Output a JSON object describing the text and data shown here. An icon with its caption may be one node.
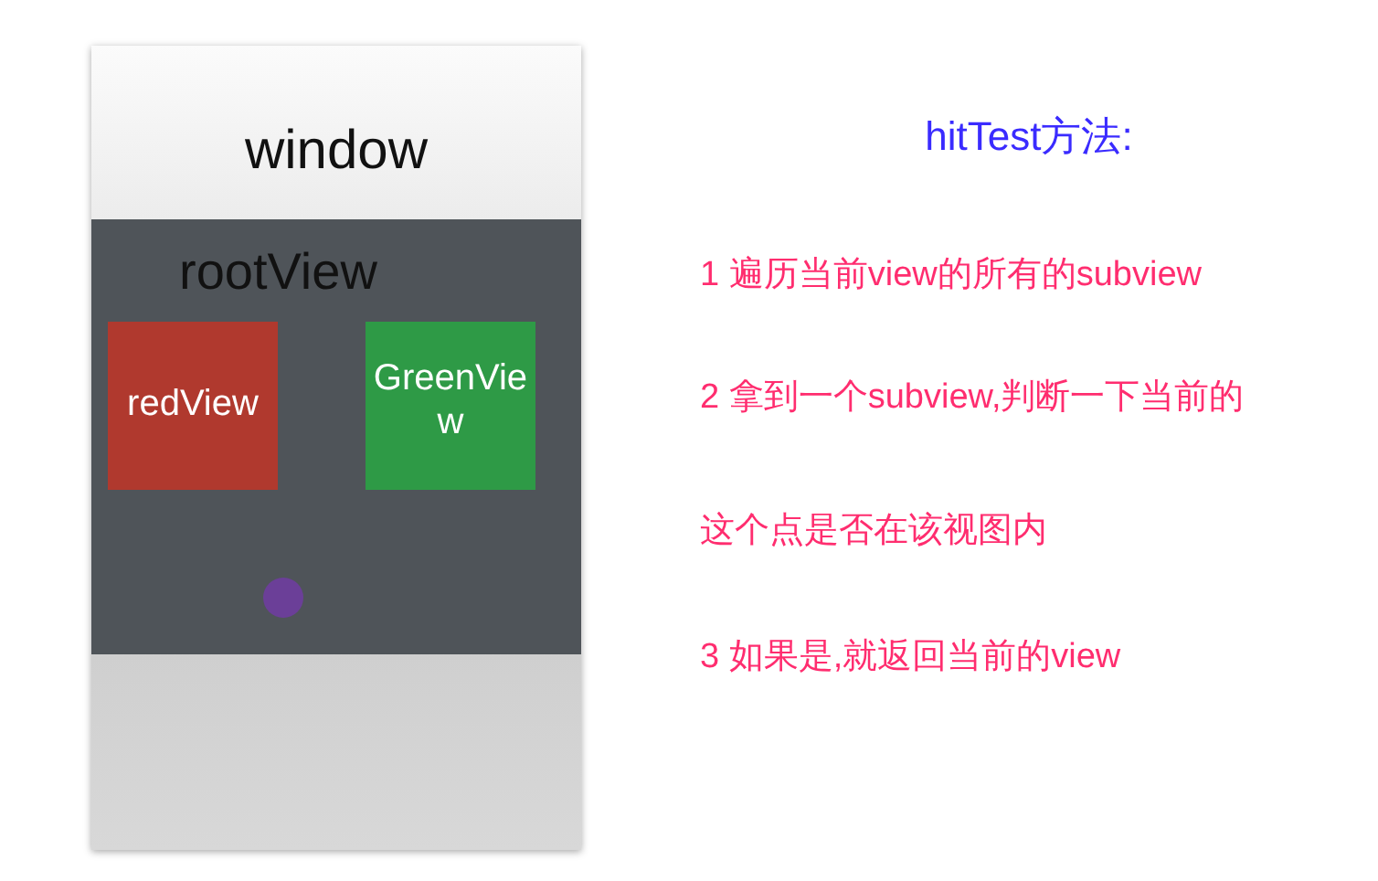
{
  "diagram": {
    "title": "hitTest方法:",
    "nodes": [
      {
        "text": [
          "window"
        ]
      },
      {
        "text": [
          "rootView"
        ],
        "in": 0
      },
      {
        "text": [
          "redView"
        ],
        "in": 1
      },
      {
        "text": [
          "GreenView"
        ],
        "in": 1
      },
      {
        "text": [],
        "shape": "circle",
        "in": 1
      }
    ],
    "labels": [
      "1 遍历当前view的所有的subview",
      "2 拿到一个subview,判断一下当前的",
      "这个点是否在该视图内",
      "3 如果是,就返回当前的view"
    ]
  }
}
